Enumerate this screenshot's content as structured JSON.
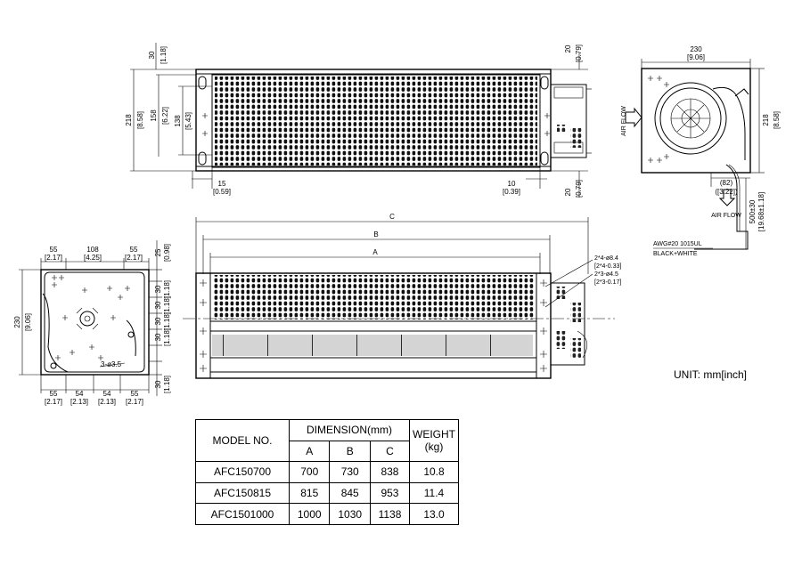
{
  "top_view": {
    "dim_218_mm": "218",
    "dim_218_in": "[8.58]",
    "dim_30_mm": "30",
    "dim_30_in": "[1.18]",
    "dim_158_mm": "158",
    "dim_158_in": "[6.22]",
    "dim_138_mm": "138",
    "dim_138_in": "[5.43]",
    "dim_15_mm": "15",
    "dim_15_in": "[0.59]",
    "dim_10_mm": "10",
    "dim_10_in": "[0.39]",
    "dim_20a_mm": "20",
    "dim_20a_in": "[0.79]",
    "dim_20b_mm": "20",
    "dim_20b_in": "[0.79]"
  },
  "side_view": {
    "width_mm": "230",
    "width_in": "[9.06]",
    "height_mm": "218",
    "height_in": "[8.58]",
    "air_flow_1": "AIR FLOW",
    "air_flow_2": "AIR FLOW",
    "dim_82_mm": "(82)",
    "dim_82_in": "([3.22])",
    "lead_length": "500±30",
    "lead_length_in": "[19.68±1.18]",
    "wire_spec": "AWG#20 1015UL",
    "wire_color": "BLACK+WHITE"
  },
  "front_view": {
    "label_c": "C",
    "label_b": "B",
    "label_a": "A",
    "hole_1": "2*4-ø8.4",
    "hole_2": "[2*4-0.33]",
    "hole_3": "2*3-ø4.5",
    "hole_4": "[2*3-0.17]"
  },
  "end_view": {
    "top_55a": "55",
    "top_55a_in": "[2.17]",
    "top_108": "108",
    "top_108_in": "[4.25]",
    "top_55b": "55",
    "top_55b_in": "[2.17]",
    "height_mm": "230",
    "height_in": "[9.06]",
    "right_25": "25",
    "right_25_in": "[0.98]",
    "right_30a": "30",
    "right_30a_in": "[1.18]",
    "right_30b": "30",
    "right_30b_in": "[1.18]",
    "right_30c": "30",
    "right_30c_in": "[1.18]",
    "right_30d": "30",
    "right_30d_in": "[1.18]",
    "right_30e": "30",
    "right_30e_in": "[1.18]",
    "holes": "3-ø3.5",
    "bot_55a": "55",
    "bot_55a_in": "[2.17]",
    "bot_54a": "54",
    "bot_54a_in": "[2.13]",
    "bot_54b": "54",
    "bot_54b_in": "[2.13]",
    "bot_55b": "55",
    "bot_55b_in": "[2.17]"
  },
  "unit_label": "UNIT:  mm[inch]",
  "table": {
    "model_header": "MODEL NO.",
    "dimension_header": "DIMENSION(mm)",
    "weight_header": "WEIGHT",
    "weight_unit": "(kg)",
    "col_a": "A",
    "col_b": "B",
    "col_c": "C",
    "rows": [
      {
        "model": "AFC150700",
        "a": "700",
        "b": "730",
        "c": "838",
        "weight": "10.8"
      },
      {
        "model": "AFC150815",
        "a": "815",
        "b": "845",
        "c": "953",
        "weight": "11.4"
      },
      {
        "model": "AFC1501000",
        "a": "1000",
        "b": "1030",
        "c": "1138",
        "weight": "13.0"
      }
    ]
  }
}
